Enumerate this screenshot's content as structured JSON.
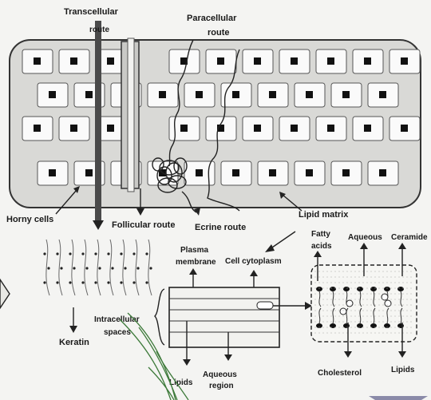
{
  "labels": {
    "transcellular_line1": "Transcellular",
    "transcellular_line2": "route",
    "paracellular_line1": "Paracellular",
    "paracellular_line2": "route",
    "horny_cells": "Horny cells",
    "follicular_route": "Follicular route",
    "ecrine_route": "Ecrine route",
    "lipid_matrix": "Lipid matrix",
    "fatty_acids_line1": "Fatty",
    "fatty_acids_line2": "acids",
    "aqueous_top": "Aqueous",
    "ceramide": "Ceramide",
    "plasma_line1": "Plasma",
    "plasma_line2": "membrane",
    "cell_cytoplasm": "Cell cytoplasm",
    "intracellular_line1": "Intracellular",
    "intracellular_line2": "spaces",
    "keratin": "Keratin",
    "cholesterol": "Cholesterol",
    "lipids_right": "Lipids",
    "lipids_bottom": "Lipids",
    "aqueous_bottom_line1": "Aqueous",
    "aqueous_bottom_line2": "region"
  },
  "colors": {
    "background": "#f4f4f2",
    "ink": "#1a1a1a",
    "layer_fill": "#d9d9d6",
    "grass": "#3d7a3a"
  }
}
